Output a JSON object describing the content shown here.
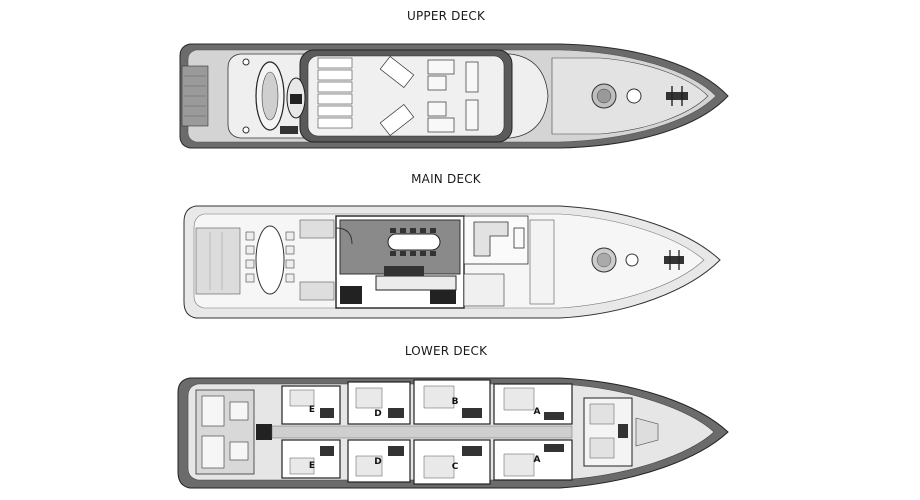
{
  "decks": {
    "upper": {
      "label": "UPPER DECK"
    },
    "main": {
      "label": "MAIN DECK"
    },
    "lower": {
      "label": "LOWER DECK",
      "cabins": [
        {
          "tag": "E"
        },
        {
          "tag": "E"
        },
        {
          "tag": "D"
        },
        {
          "tag": "D"
        },
        {
          "tag": "B"
        },
        {
          "tag": "C"
        },
        {
          "tag": "A"
        },
        {
          "tag": "A"
        }
      ]
    }
  },
  "colors": {
    "hull": "#6b6b6b",
    "deck": "#d4d4d4",
    "light": "#ececec",
    "dark": "#2a2a2a"
  }
}
